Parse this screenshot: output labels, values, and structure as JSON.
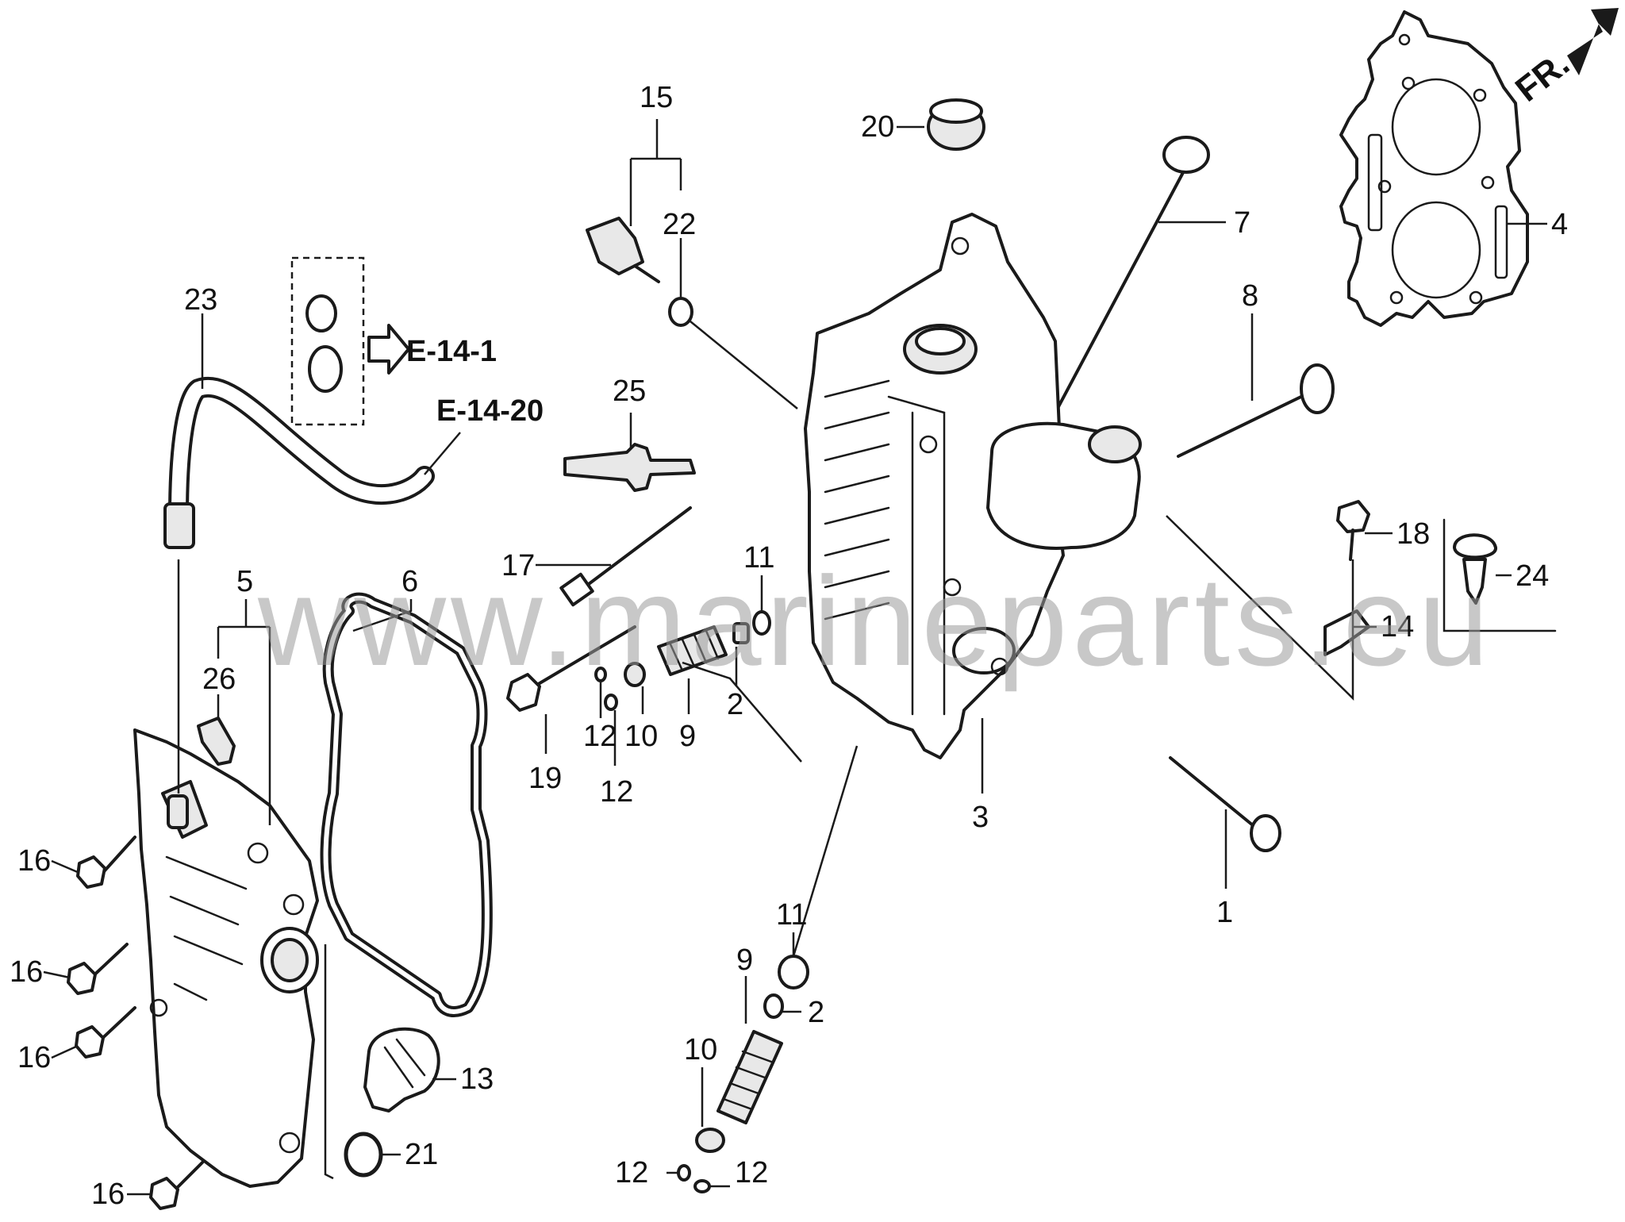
{
  "diagram": {
    "watermark": "www.marineparts.eu",
    "direction_marker": "FR.",
    "references": [
      {
        "id": "ref-e-14-1",
        "text": "E-14-1"
      },
      {
        "id": "ref-e-14-20",
        "text": "E-14-20"
      }
    ],
    "callouts": [
      {
        "key": "c1",
        "text": "1"
      },
      {
        "key": "c2a",
        "text": "2"
      },
      {
        "key": "c2b",
        "text": "2"
      },
      {
        "key": "c3",
        "text": "3"
      },
      {
        "key": "c4",
        "text": "4"
      },
      {
        "key": "c5",
        "text": "5"
      },
      {
        "key": "c6",
        "text": "6"
      },
      {
        "key": "c7",
        "text": "7"
      },
      {
        "key": "c8",
        "text": "8"
      },
      {
        "key": "c9a",
        "text": "9"
      },
      {
        "key": "c9b",
        "text": "9"
      },
      {
        "key": "c10a",
        "text": "10"
      },
      {
        "key": "c10b",
        "text": "10"
      },
      {
        "key": "c11a",
        "text": "11"
      },
      {
        "key": "c11b",
        "text": "11"
      },
      {
        "key": "c12a",
        "text": "12"
      },
      {
        "key": "c12b",
        "text": "12"
      },
      {
        "key": "c12c",
        "text": "12"
      },
      {
        "key": "c12d",
        "text": "12"
      },
      {
        "key": "c13",
        "text": "13"
      },
      {
        "key": "c14",
        "text": "14"
      },
      {
        "key": "c15",
        "text": "15"
      },
      {
        "key": "c16a",
        "text": "16"
      },
      {
        "key": "c16b",
        "text": "16"
      },
      {
        "key": "c16c",
        "text": "16"
      },
      {
        "key": "c16d",
        "text": "16"
      },
      {
        "key": "c17",
        "text": "17"
      },
      {
        "key": "c18",
        "text": "18"
      },
      {
        "key": "c19",
        "text": "19"
      },
      {
        "key": "c20",
        "text": "20"
      },
      {
        "key": "c21",
        "text": "21"
      },
      {
        "key": "c22",
        "text": "22"
      },
      {
        "key": "c23",
        "text": "23"
      },
      {
        "key": "c24",
        "text": "24"
      },
      {
        "key": "c25",
        "text": "25"
      },
      {
        "key": "c26",
        "text": "26"
      }
    ]
  }
}
